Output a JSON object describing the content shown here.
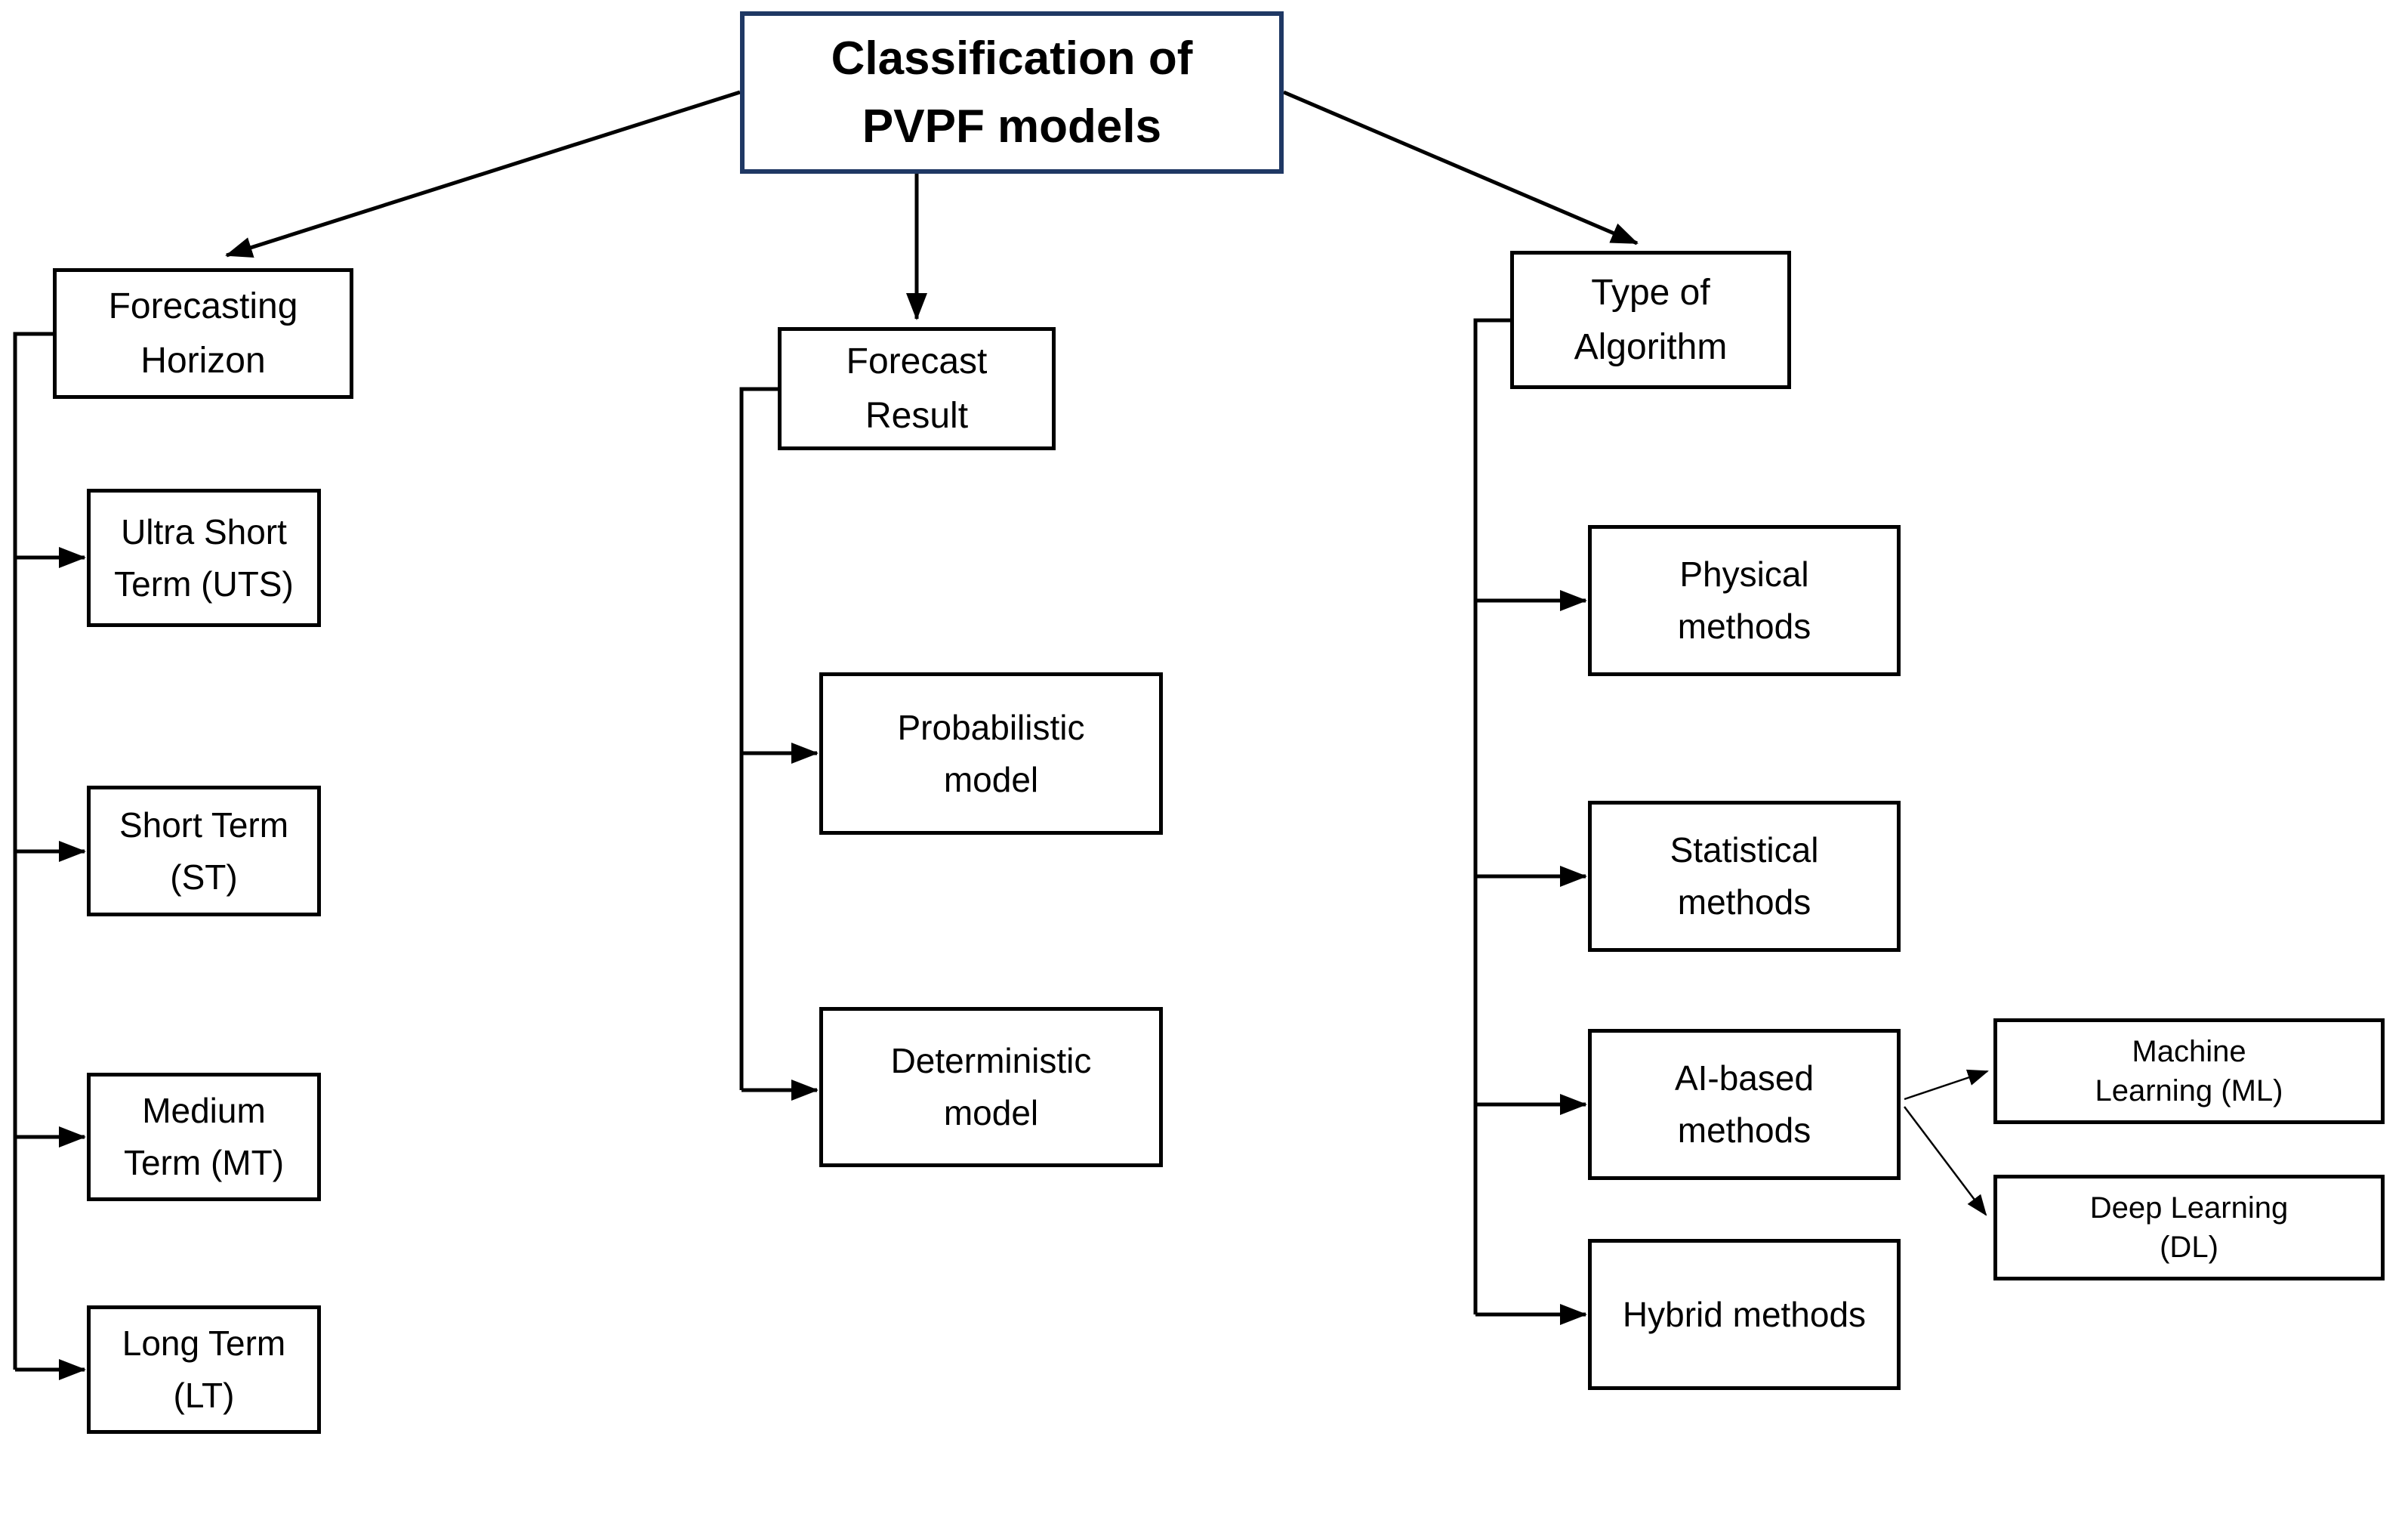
{
  "diagram": {
    "title": "Classification of PVPF models",
    "colors": {
      "title_border": "#1f3864",
      "box_border": "#000000",
      "connector": "#000000",
      "text": "#000000",
      "background": "#ffffff"
    },
    "nodes": {
      "title": "Classification of PVPF models",
      "forecasting_horizon": "Forecasting Horizon",
      "ultra_short_term": "Ultra Short Term (UTS)",
      "short_term": "Short Term (ST)",
      "medium_term": "Medium Term (MT)",
      "long_term": "Long Term (LT)",
      "forecast_result": "Forecast Result",
      "probabilistic_model": "Probabilistic model",
      "deterministic_model": "Deterministic model",
      "type_of_algorithm": "Type of Algorithm",
      "physical_methods": "Physical methods",
      "statistical_methods": "Statistical methods",
      "ai_based_methods": "AI-based methods",
      "hybrid_methods": "Hybrid methods",
      "machine_learning": "Machine Learning (ML)",
      "deep_learning": "Deep Learning (DL)"
    },
    "edges": [
      {
        "from": "Classification of PVPF models",
        "to": "Forecasting Horizon"
      },
      {
        "from": "Classification of PVPF models",
        "to": "Forecast Result"
      },
      {
        "from": "Classification of PVPF models",
        "to": "Type of Algorithm"
      },
      {
        "from": "Forecasting Horizon",
        "to": "Ultra Short Term (UTS)"
      },
      {
        "from": "Forecasting Horizon",
        "to": "Short Term (ST)"
      },
      {
        "from": "Forecasting Horizon",
        "to": "Medium Term (MT)"
      },
      {
        "from": "Forecasting Horizon",
        "to": "Long Term (LT)"
      },
      {
        "from": "Forecast Result",
        "to": "Probabilistic model"
      },
      {
        "from": "Forecast Result",
        "to": "Deterministic model"
      },
      {
        "from": "Type of Algorithm",
        "to": "Physical methods"
      },
      {
        "from": "Type of Algorithm",
        "to": "Statistical methods"
      },
      {
        "from": "Type of Algorithm",
        "to": "AI-based methods"
      },
      {
        "from": "Type of Algorithm",
        "to": "Hybrid methods"
      },
      {
        "from": "AI-based methods",
        "to": "Machine Learning (ML)"
      },
      {
        "from": "AI-based methods",
        "to": "Deep Learning (DL)"
      }
    ]
  }
}
